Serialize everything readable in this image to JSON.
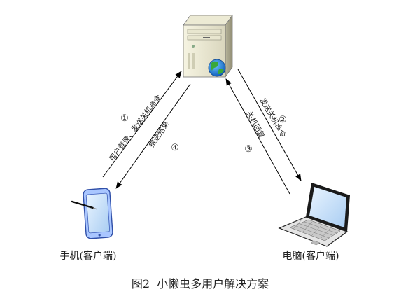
{
  "nodes": {
    "server": {
      "icon": "server-globe-icon"
    },
    "phone": {
      "icon": "tablet-stylus-icon",
      "label": "手机(客户端)"
    },
    "laptop": {
      "icon": "laptop-icon",
      "label": "电脑(客户端)"
    }
  },
  "edges": {
    "step1": {
      "number": "①",
      "label": "用户登录、发送关机命令"
    },
    "step2": {
      "number": "②",
      "label": "发送关机命令"
    },
    "step3": {
      "number": "③",
      "label": "关机回复"
    },
    "step4": {
      "number": "④",
      "label": "推送结果"
    }
  },
  "caption": "图2  小懒虫多用户解决方案"
}
